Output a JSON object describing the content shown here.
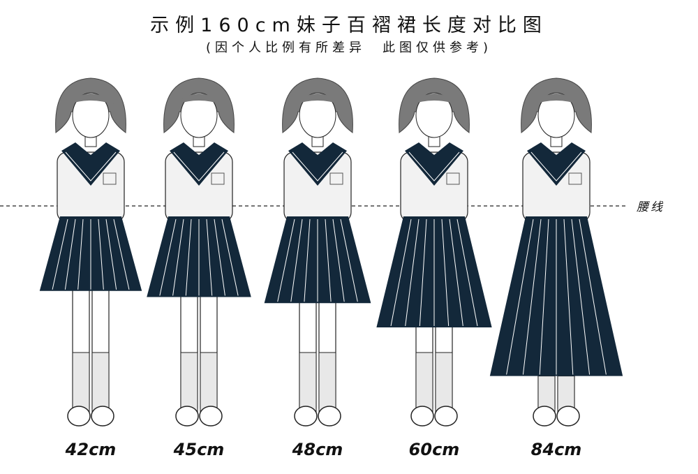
{
  "title": "示例160cm妹子百褶裙长度对比图",
  "subtitle": "(因个人比例有所差异　此图仅供参考)",
  "waist_label": "腰线",
  "colors": {
    "skirt": "#13283a",
    "hair": "#7a7a7a",
    "outline": "#222222",
    "shirt": "#f2f2f2"
  },
  "figures": [
    {
      "label": "42cm",
      "skirt_length_cm": 42
    },
    {
      "label": "45cm",
      "skirt_length_cm": 45
    },
    {
      "label": "48cm",
      "skirt_length_cm": 48
    },
    {
      "label": "60cm",
      "skirt_length_cm": 60
    },
    {
      "label": "84cm",
      "skirt_length_cm": 84
    }
  ]
}
